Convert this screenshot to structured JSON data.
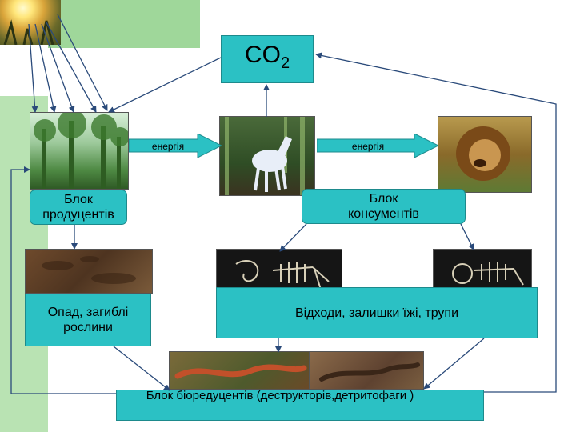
{
  "co2": {
    "base": "CO",
    "sub": "2"
  },
  "energy_left": "енергія",
  "energy_right": "енергія",
  "producers": "Блок продуцентів",
  "consumers": "Блок консументів",
  "litter": "Опад, загиблі рослини",
  "waste": "Відходи, залишки їжі, трупи",
  "reducers": "Блок біоредуцентів (деструкторів,детритофаги )",
  "colors": {
    "teal": "#2bc1c4",
    "green_band": "#9fd79a"
  }
}
